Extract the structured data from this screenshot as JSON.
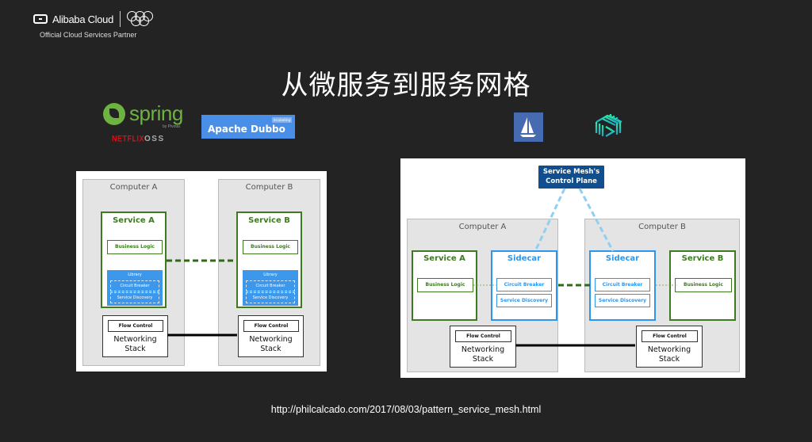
{
  "header": {
    "brand": "Alibaba Cloud",
    "partner_text": "Official Cloud Services Partner"
  },
  "title": "从微服务到服务网格",
  "logos": {
    "spring": "spring",
    "pivotal": "by Pivotal.",
    "netflix": "NETFLIX",
    "oss": "OSS",
    "dubbo": "Apache Dubbo",
    "dubbo_badge": "incubating",
    "istio": "istio-sail-icon",
    "linkerd": "linkerd-icon"
  },
  "colors": {
    "background": "#232323",
    "service_green": "#3d7a20",
    "library_blue": "#3d97ea",
    "sidecar_blue": "#2e96ea",
    "control_plane": "#104e90",
    "control_link": "#8fd0f0"
  },
  "diagram_left": {
    "computers": [
      {
        "label": "Computer A",
        "service": "Service A",
        "business_logic": "Business Logic",
        "library": {
          "title": "Library",
          "items": [
            "Circuit Breaker",
            "Service Discovery"
          ]
        },
        "flow_control": "Flow Control",
        "networking": [
          "Networking",
          "Stack"
        ]
      },
      {
        "label": "Computer B",
        "service": "Service B",
        "business_logic": "Business Logic",
        "library": {
          "title": "Library",
          "items": [
            "Circuit Breaker",
            "Service Discovery"
          ]
        },
        "flow_control": "Flow Control",
        "networking": [
          "Networking",
          "Stack"
        ]
      }
    ]
  },
  "diagram_right": {
    "control_plane": [
      "Service Mesh's",
      "Control Plane"
    ],
    "computers": [
      {
        "label": "Computer A",
        "service": "Service A",
        "business_logic": "Business Logic",
        "sidecar": {
          "title": "Sidecar",
          "items": [
            "Circuit Breaker",
            "Service Discovery"
          ]
        },
        "flow_control": "Flow Control",
        "networking": [
          "Networking",
          "Stack"
        ]
      },
      {
        "label": "Computer B",
        "service": "Service B",
        "business_logic": "Business Logic",
        "sidecar": {
          "title": "Sidecar",
          "items": [
            "Circuit Breaker",
            "Service Discovery"
          ]
        },
        "flow_control": "Flow Control",
        "networking": [
          "Networking",
          "Stack"
        ]
      }
    ]
  },
  "source_url": "http://philcalcado.com/2017/08/03/pattern_service_mesh.html"
}
